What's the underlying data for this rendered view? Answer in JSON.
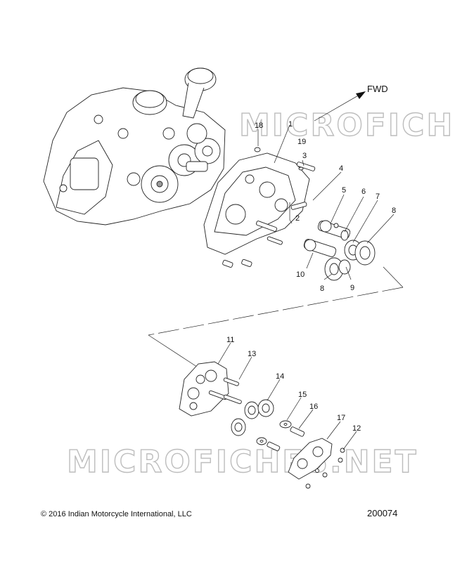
{
  "diagram": {
    "direction_label": "FWD",
    "watermark_text": "MICROFICHES.NET",
    "callouts": [
      "1",
      "2",
      "3",
      "4",
      "5",
      "6",
      "7",
      "8",
      "8",
      "9",
      "10",
      "11",
      "12",
      "13",
      "14",
      "15",
      "16",
      "17",
      "18",
      "19"
    ]
  },
  "footer": {
    "copyright_symbol": "©",
    "copyright_text": "2016 Indian Motorcycle International, LLC",
    "figure_number": "200074"
  }
}
